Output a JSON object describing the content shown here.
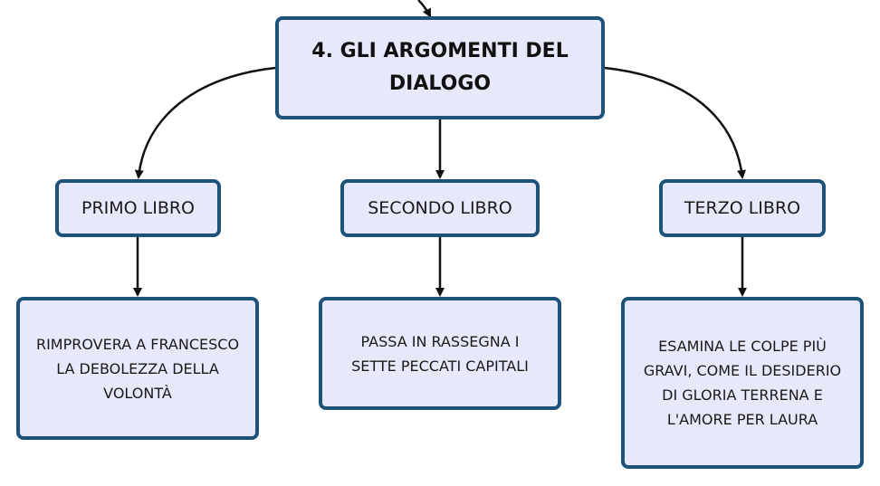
{
  "diagram": {
    "root": {
      "label": "4. GLI ARGOMENTI DEL DIALOGO"
    },
    "branches": [
      {
        "label": "PRIMO LIBRO",
        "detail": "RIMPROVERA A FRANCESCO LA DEBOLEZZA DELLA VOLONTÀ"
      },
      {
        "label": "SECONDO LIBRO",
        "detail": "PASSA IN RASSEGNA I SETTE PECCATI CAPITALI"
      },
      {
        "label": "TERZO LIBRO",
        "detail": "ESAMINA LE COLPE PIÙ GRAVI, COME IL DESIDERIO DI GLORIA TERRENA E L'AMORE PER LAURA"
      }
    ],
    "colors": {
      "node_fill": "#e8e8fb",
      "node_border": "#1f5278",
      "connector": "#111111"
    }
  }
}
